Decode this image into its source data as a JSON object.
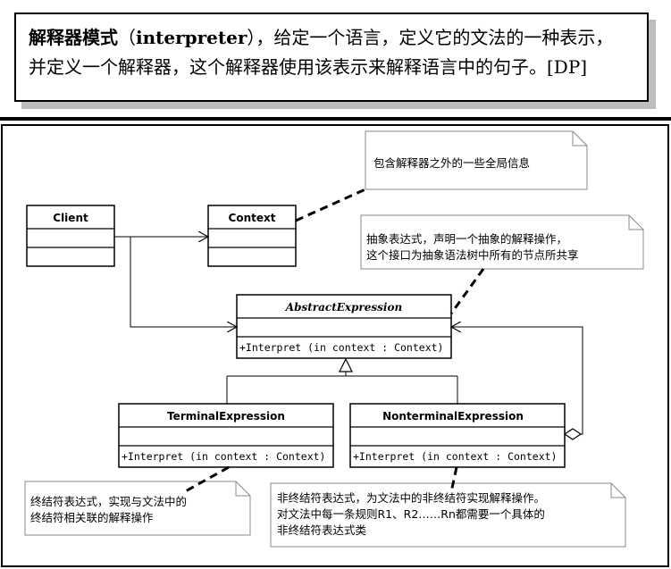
{
  "definition": {
    "lead": "解释器模式",
    "paren_open": "（",
    "english": "interpreter",
    "paren_close_and_rest": "），给定一个语言，定义它的文法的一种表示，",
    "line2": "并定义一个解释器，这个解释器使用该表示来解释语言中的句子。[DP]"
  },
  "classes": {
    "client": {
      "name": "Client"
    },
    "context": {
      "name": "Context"
    },
    "abstract_expression": {
      "name": "AbstractExpression",
      "operation": "+Interpret (in context  : Context)"
    },
    "terminal_expression": {
      "name": "TerminalExpression",
      "operation": "+Interpret (in context  : Context)"
    },
    "nonterminal_expression": {
      "name": "NonterminalExpression",
      "operation": "+Interpret (in context  : Context)"
    }
  },
  "notes": {
    "context_note": {
      "lines": [
        "包含解释器之外的一些全局信息"
      ]
    },
    "abstract_note": {
      "lines": [
        "抽象表达式，声明一个抽象的解释操作，",
        "这个接口为抽象语法树中所有的节点所共享"
      ]
    },
    "terminal_note": {
      "lines": [
        "终结符表达式，实现与文法中的",
        "终结符相关联的解释操作"
      ]
    },
    "nonterminal_note": {
      "lines": [
        "非终结符表达式，为文法中的非终结符实现解释操作。",
        "对文法中每一条规则R1、R2……Rn都需要一个具体的",
        "非终结符表达式类"
      ]
    }
  }
}
